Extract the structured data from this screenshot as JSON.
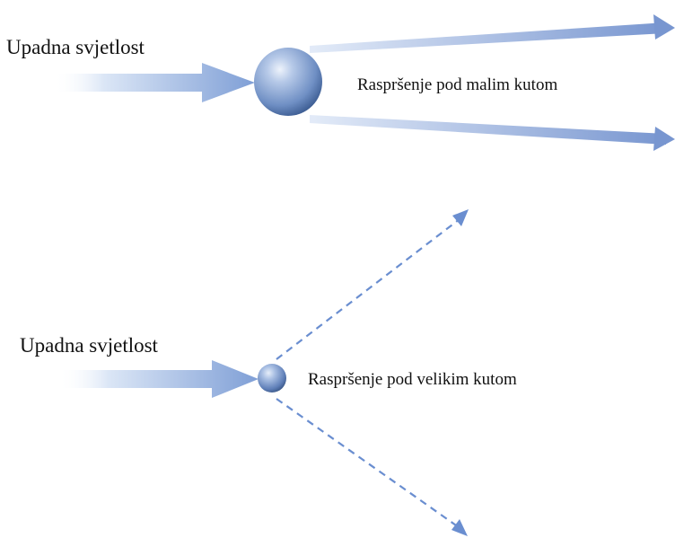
{
  "colors": {
    "arrow": "#7f9fd6",
    "arrow_light": "#dbe6f6",
    "particle_light": "#c3d4ec",
    "particle_dark": "#3c5d90",
    "dashed": "#6a8ed0"
  },
  "panels": {
    "top": {
      "incident_label": "Upadna svjetlost",
      "scatter_label": "Raspršenje pod malim kutom"
    },
    "bottom": {
      "incident_label": "Upadna svjetlost",
      "scatter_label": "Raspršenje pod velikim kutom"
    }
  }
}
